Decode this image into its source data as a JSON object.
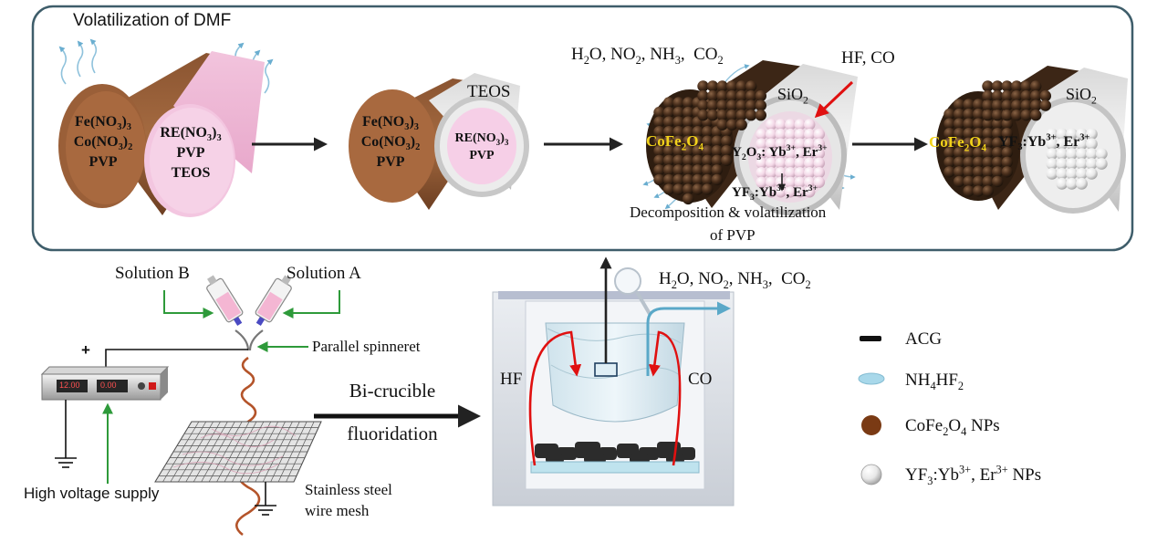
{
  "title": "Volatilization of DMF",
  "stage1": {
    "left_core": [
      "Fe(NO3)3",
      "Co(NO3)2",
      "PVP"
    ],
    "right_core": [
      "RE(NO3)3",
      "PVP",
      "TEOS"
    ]
  },
  "stage2": {
    "shell_label": "TEOS",
    "left_core": [
      "Fe(NO3)3",
      "Co(NO3)2",
      "PVP"
    ],
    "right_core": [
      "RE(NO3)3",
      "PVP"
    ]
  },
  "stage3": {
    "gases": "H2O, NO2, NH3,  CO2",
    "hf_co": "HF, CO",
    "sio2": "SiO2",
    "left_core": "CoFe2O4",
    "right_top": "Y2O3: Yb3+, Er3+",
    "right_bottom": "YF3:Yb3+, Er3+",
    "decomp_line1": "Decomposition & volatilization",
    "decomp_line2": "of PVP"
  },
  "stage4": {
    "sio2": "SiO2",
    "left_core": "CoFe2O4",
    "right_core": "YF3:Yb3+, Er3+"
  },
  "setup": {
    "solution_b": "Solution B",
    "solution_a": "Solution A",
    "spinneret": "Parallel spinneret",
    "plus": "+",
    "voltage_supply": "High voltage supply",
    "mesh_line1": "Stainless steel",
    "mesh_line2": "wire mesh",
    "display_left": "12.00",
    "display_right": "0.00"
  },
  "process": {
    "line1": "Bi-crucible",
    "line2": "fluoridation"
  },
  "furnace": {
    "gases": "H2O, NO2, NH3,  CO2",
    "hf": "HF",
    "co": "CO"
  },
  "legend": [
    {
      "swatch": "acg",
      "label": "ACG"
    },
    {
      "swatch": "nh4hf2",
      "label": "NH4HF2"
    },
    {
      "swatch": "cofe2o4",
      "label": "CoFe2O4 NPs"
    },
    {
      "swatch": "yf3",
      "label": "YF3:Yb3+, Er3+ NPs"
    }
  ],
  "colors": {
    "frame": "#3e5d6a",
    "brown": "#a0623a",
    "pink": "#f6c8e4",
    "red_arrow": "#e01010",
    "green_arrow": "#2e9a3a",
    "blue_arrow": "#5aa8c8",
    "ferrite_sphere": "#5a3c25",
    "label_yellow": "#f2d21b"
  }
}
